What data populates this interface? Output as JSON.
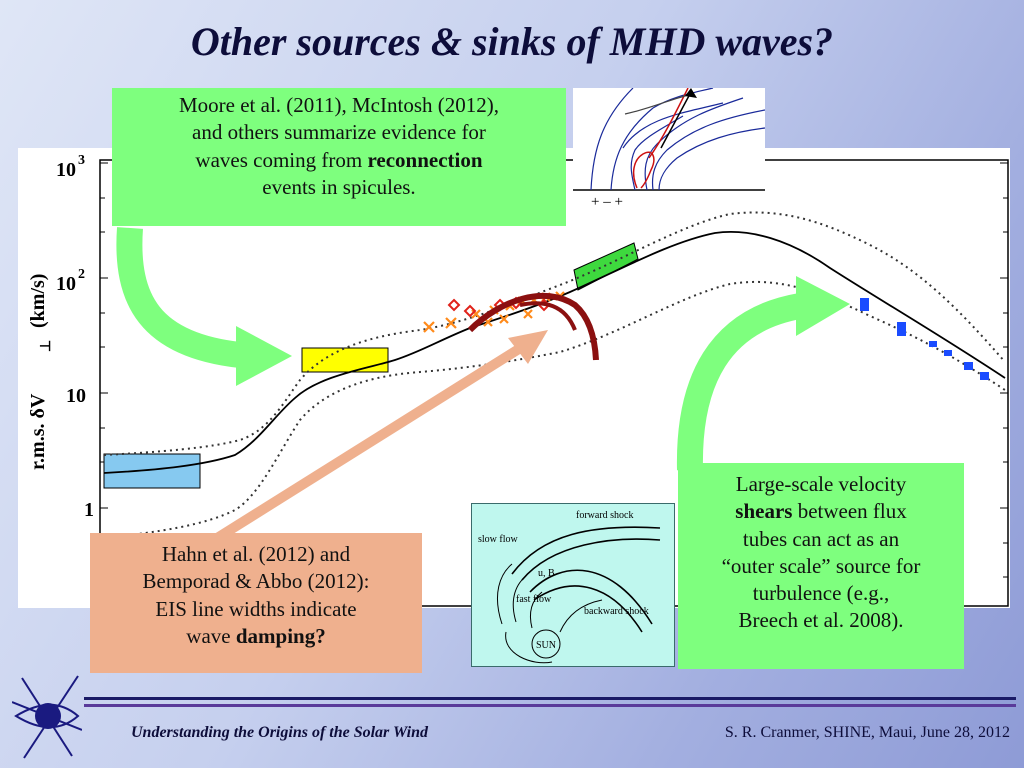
{
  "slide": {
    "title": "Other sources & sinks of MHD waves?"
  },
  "boxes": {
    "top_green": {
      "line1": "Moore et al. (2011), McIntosh (2012),",
      "line2": "and others summarize evidence for",
      "line3_pre": "waves coming from ",
      "line3_bold": "reconnection",
      "line4": "events in spicules."
    },
    "right_green": {
      "line1": "Large-scale velocity",
      "line2_bold": "shears",
      "line2_post": " between flux",
      "line3": "tubes can act as an",
      "line4": "“outer scale” source for",
      "line5": "turbulence (e.g.,",
      "line6": "Breech et al. 2008)."
    },
    "salmon": {
      "line1": "Hahn et al. (2012) and",
      "line2": "Bemporad & Abbo (2012):",
      "line3": "EIS line widths indicate",
      "line4_pre": "wave ",
      "line4_bold": "damping?"
    }
  },
  "plot": {
    "ylabel_pre": "r.m.s.   δV",
    "ylabel_sub": "⊥",
    "ylabel_unit": "(km/s)",
    "ytick_1000": "10",
    "ytick_1000_exp": "3",
    "ytick_100": "10",
    "ytick_100_exp": "2",
    "ytick_10": "10",
    "ytick_1": "1",
    "inset_signs": "+   – +"
  },
  "shock_inset": {
    "forward_shock": "forward shock",
    "slow_flow": "slow flow",
    "u_b": "u, B",
    "fast_flow": "fast flow",
    "backward_shock": "backward shock",
    "sun": "SUN"
  },
  "footer": {
    "left": "Understanding the Origins of the Solar Wind",
    "right": "S. R. Cranmer, SHINE, Maui, June 28, 2012"
  },
  "colors": {
    "green_box": "#7eff7e",
    "salmon_box": "#efb08e",
    "yellow_box": "#ffff00",
    "blue_box": "#86c9f0",
    "green_bar": "#3ed93e",
    "dark_red_arc": "#8b1010",
    "blue_points": "#1a4cff"
  }
}
